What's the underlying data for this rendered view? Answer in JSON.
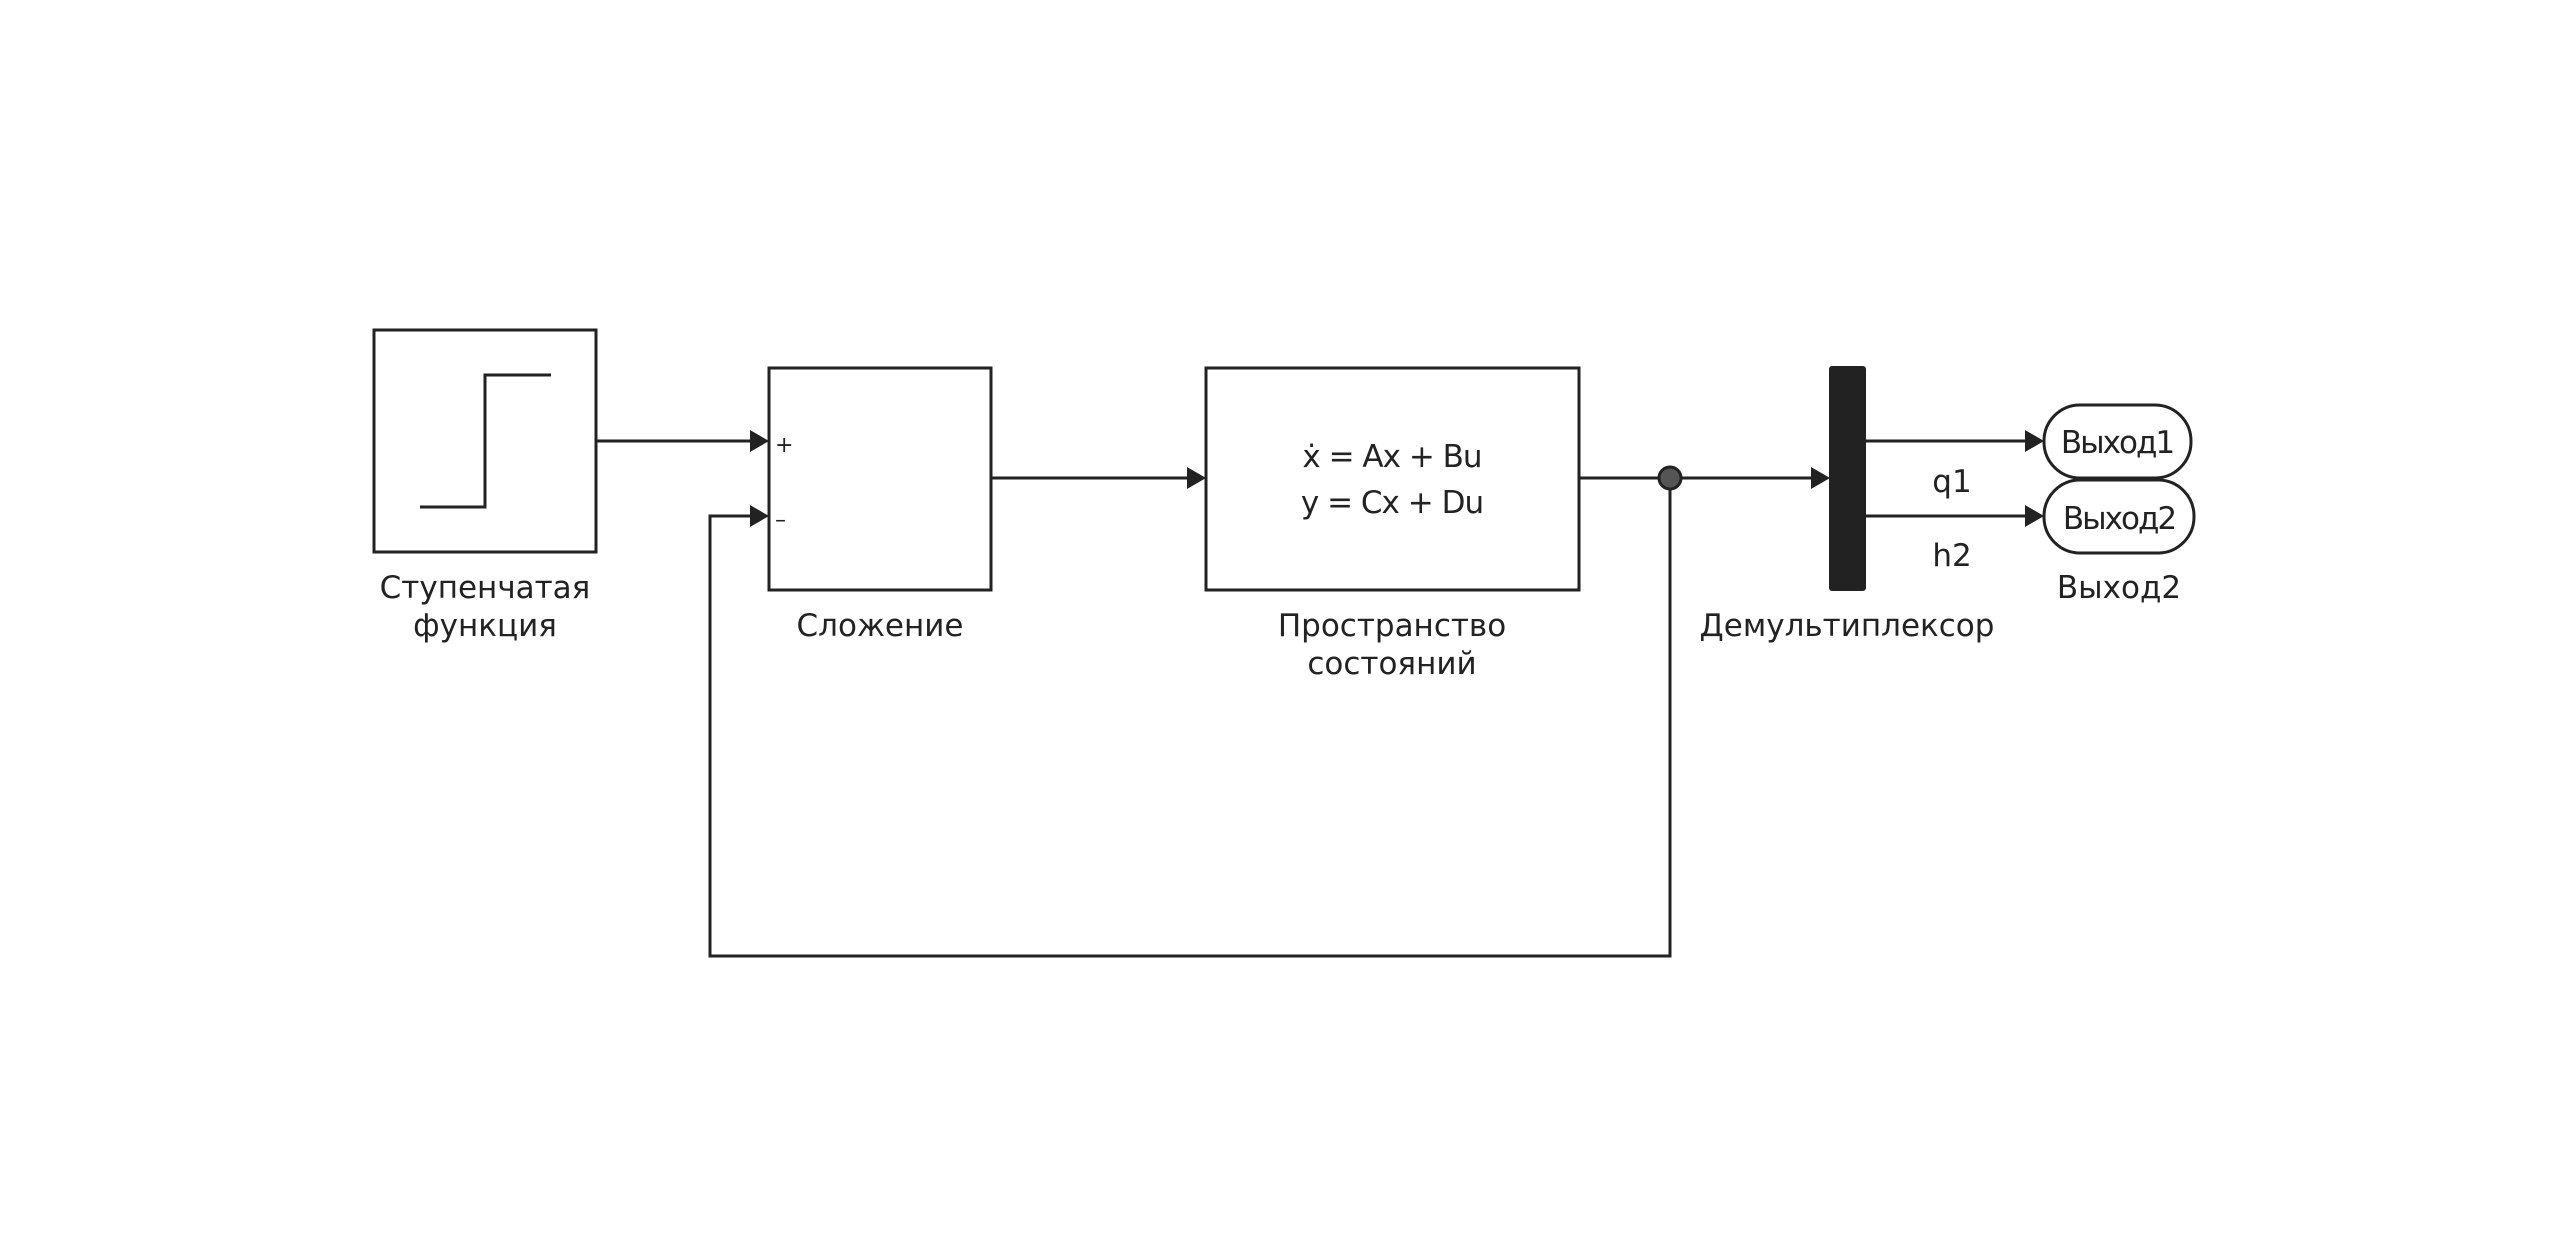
{
  "blocks": {
    "step": {
      "label_line1": "Ступенчатая",
      "label_line2": "функция"
    },
    "sum": {
      "label": "Сложение",
      "plus_sign": "+",
      "minus_sign": "–"
    },
    "state_space": {
      "label_line1": "Пространство",
      "label_line2": "состояний",
      "equation_line1": "ẋ = Ax + Bu",
      "equation_line2": "y = Cx + Du"
    },
    "demux": {
      "label": "Демультиплексор"
    },
    "out1": {
      "text": "Выход1"
    },
    "out2": {
      "text": "Выход2",
      "label": "Выход2"
    }
  },
  "signals": {
    "q1": "q1",
    "h2": "h2"
  },
  "colors": {
    "line": "#222222",
    "demux_fill": "#222222",
    "branch_point": "#555555",
    "background": "#ffffff"
  }
}
